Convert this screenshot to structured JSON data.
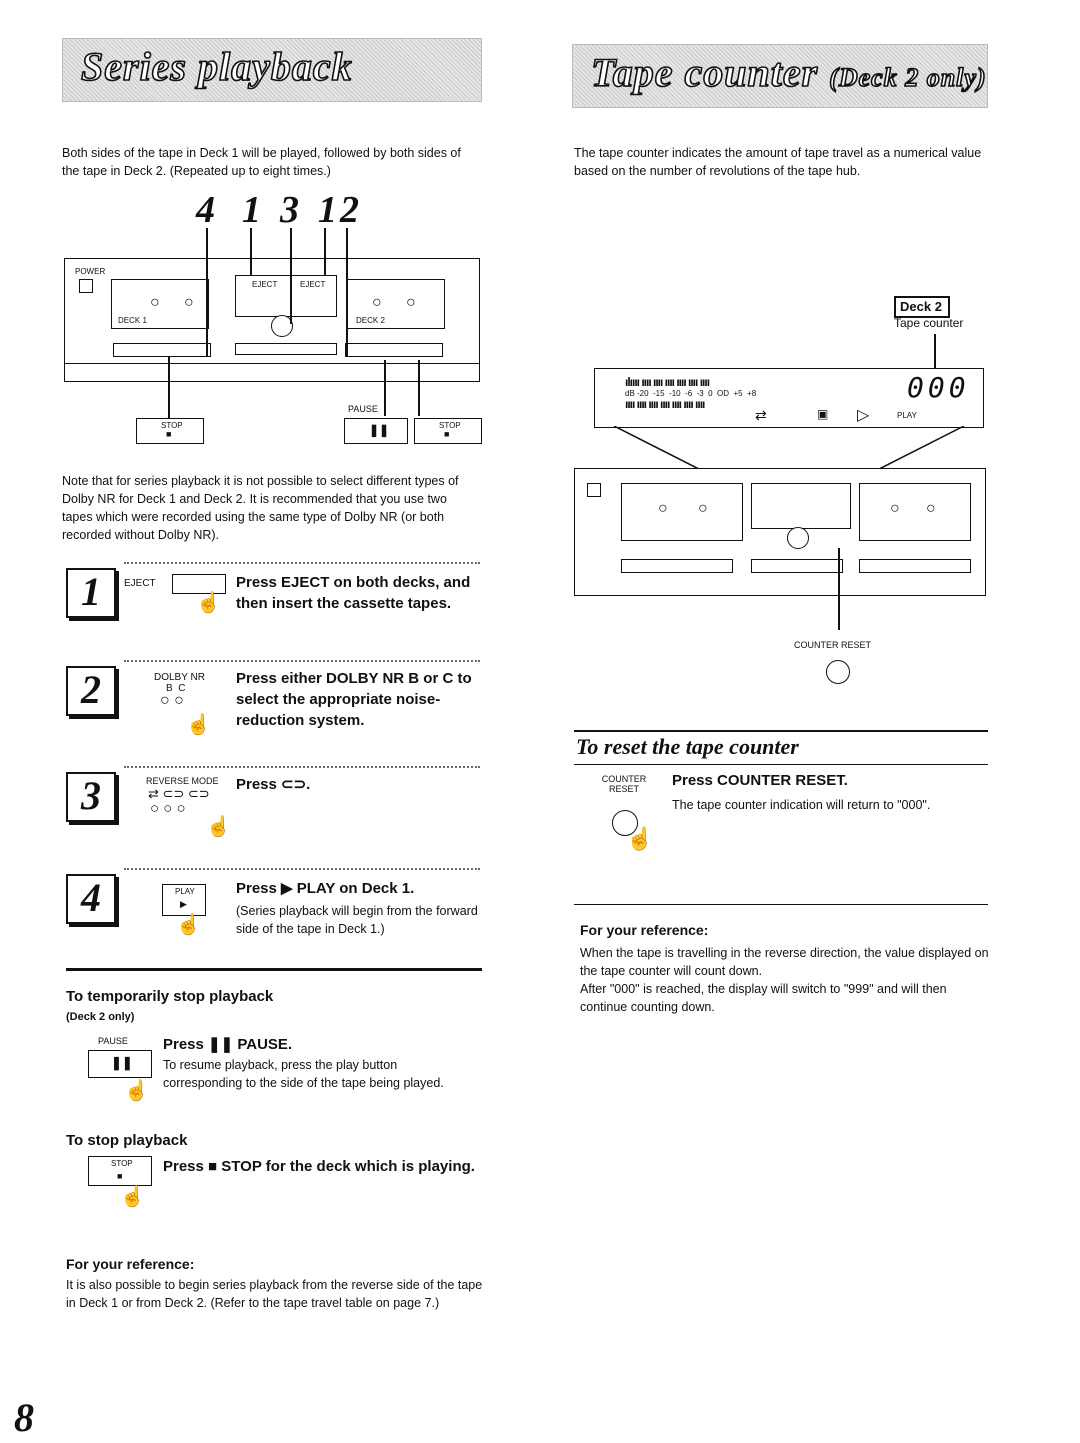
{
  "left": {
    "title": "Series playback",
    "intro": "Both sides of the tape in Deck 1 will be played, followed by both sides of the tape in Deck 2. (Repeated up to eight times.)",
    "callout_numbers": [
      "4",
      "1",
      "3",
      "1",
      "2"
    ],
    "diagram_labels": {
      "pause": "PAUSE",
      "stop1": "STOP",
      "stop2": "STOP",
      "power": "POWER",
      "deck1": "DECK 1",
      "deck2": "DECK 2",
      "eject": "EJECT"
    },
    "note": "Note that for series playback it is not possible to select different types of Dolby NR for Deck 1 and Deck 2. It is recommended that you use two tapes which were recorded using the same type of Dolby NR (or both recorded without Dolby NR).",
    "steps": [
      {
        "num": "1",
        "key_label": "EJECT",
        "text": "Press EJECT on both decks, and then insert the cassette tapes."
      },
      {
        "num": "2",
        "key_label": "DOLBY NR",
        "key_sub": "B  C",
        "text": "Press either DOLBY NR B or C to select the appropriate noise-reduction system."
      },
      {
        "num": "3",
        "key_label": "REVERSE MODE",
        "text": "Press ⊂⊃."
      },
      {
        "num": "4",
        "key_label": "PLAY",
        "text": "Press ▶ PLAY on Deck 1.",
        "sub": "(Series playback will begin from the forward side of the tape in Deck 1.)"
      }
    ],
    "pause_section": {
      "heading": "To temporarily stop playback",
      "subheading": "(Deck 2 only)",
      "key_label": "PAUSE",
      "instruction": "Press ❚❚ PAUSE.",
      "detail": "To resume playback, press the play button corresponding to the side of the tape being played."
    },
    "stop_section": {
      "heading": "To stop playback",
      "key_label": "STOP",
      "instruction": "Press ■ STOP for the deck which is playing."
    },
    "reference": {
      "heading": "For your reference:",
      "text": "It is also possible to begin series playback from the reverse side of the tape in Deck 1 or from Deck 2. (Refer to the tape travel table on page 7.)"
    },
    "page_number": "8"
  },
  "right": {
    "title": "Tape counter",
    "title_suffix": "(Deck 2 only)",
    "intro": "The tape counter indicates the amount of tape travel as a numerical value based on the number of revolutions of the tape hub.",
    "deck_tag": "Deck 2",
    "tape_counter_label": "Tape counter",
    "display": {
      "counter": "000",
      "play": "PLAY",
      "db_scale": "dB -20  -15  -10  -6  -3  0  OD  +5  +8"
    },
    "counter_reset_label": "COUNTER RESET",
    "reset_heading": "To reset the tape counter",
    "reset_key_label": "COUNTER RESET",
    "reset_instruction": "Press COUNTER RESET.",
    "reset_detail": "The tape counter indication will return to \"000\".",
    "reference": {
      "heading": "For your reference:",
      "line1": "When the tape is travelling in the reverse direction, the value displayed on the tape counter will count down.",
      "line2": "After \"000\" is reached, the display will switch to \"999\" and will then continue counting down."
    }
  }
}
